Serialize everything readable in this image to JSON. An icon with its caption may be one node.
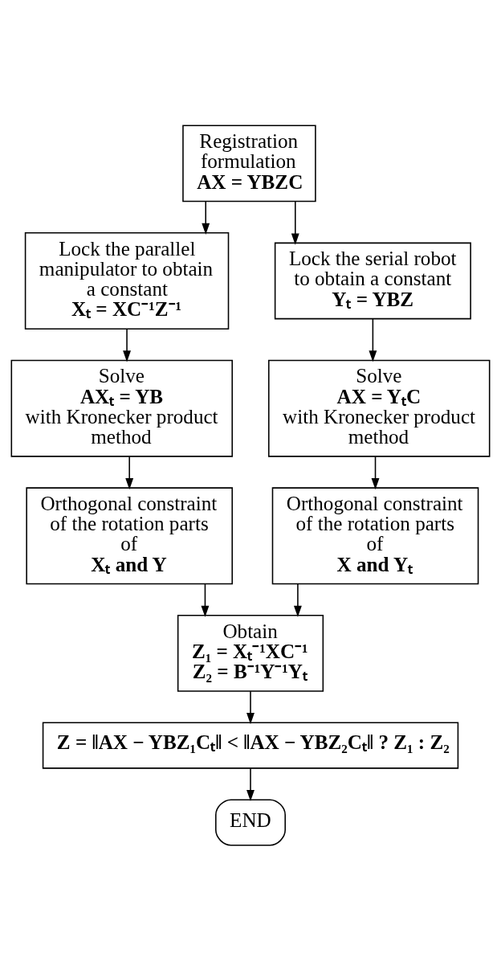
{
  "diagram": {
    "nodes": [
      {
        "text": [
          "Registration formulation",
          "AX = YBZC"
        ]
      },
      {
        "text": [
          "Lock the parallel manipulator to obtain a constant",
          "Xₜ = XC⁻¹Z⁻¹"
        ]
      },
      {
        "text": [
          "Lock the serial robot to obtain a constant",
          "Yₜ = YBZ"
        ]
      },
      {
        "text": [
          "Solve",
          "AXₜ = YB",
          "with Kronecker product method"
        ]
      },
      {
        "text": [
          "Solve",
          "AX = YₜC",
          "with Kronecker product method"
        ]
      },
      {
        "text": [
          "Orthogonal constraint of the rotation parts of",
          "Xₜ and Y"
        ]
      },
      {
        "text": [
          "Orthogonal constraint of the rotation parts of",
          "X and Yₜ"
        ]
      },
      {
        "text": [
          "Obtain",
          "Z₁ = Xₜ⁻¹XC⁻¹",
          "Z₂ = B⁻¹Y⁻¹Yₜ"
        ]
      },
      {
        "text": [
          "Z = ‖AX − YBZ₁Cₜ‖ < ‖AX − YBZ₂Cₜ‖ ? Z₁ : Z₂"
        ]
      },
      {
        "text": [
          "END"
        ]
      }
    ],
    "edges": [
      {
        "from": 0,
        "to": 1,
        "arrow": "to"
      },
      {
        "from": 0,
        "to": 2,
        "arrow": "to"
      },
      {
        "from": 1,
        "to": 3,
        "arrow": "to"
      },
      {
        "from": 2,
        "to": 4,
        "arrow": "to"
      },
      {
        "from": 3,
        "to": 5,
        "arrow": "to"
      },
      {
        "from": 4,
        "to": 6,
        "arrow": "to"
      },
      {
        "from": 5,
        "to": 7,
        "arrow": "to"
      },
      {
        "from": 6,
        "to": 7,
        "arrow": "to"
      },
      {
        "from": 7,
        "to": 8,
        "arrow": "to"
      },
      {
        "from": 8,
        "to": 9,
        "arrow": "to"
      }
    ]
  }
}
